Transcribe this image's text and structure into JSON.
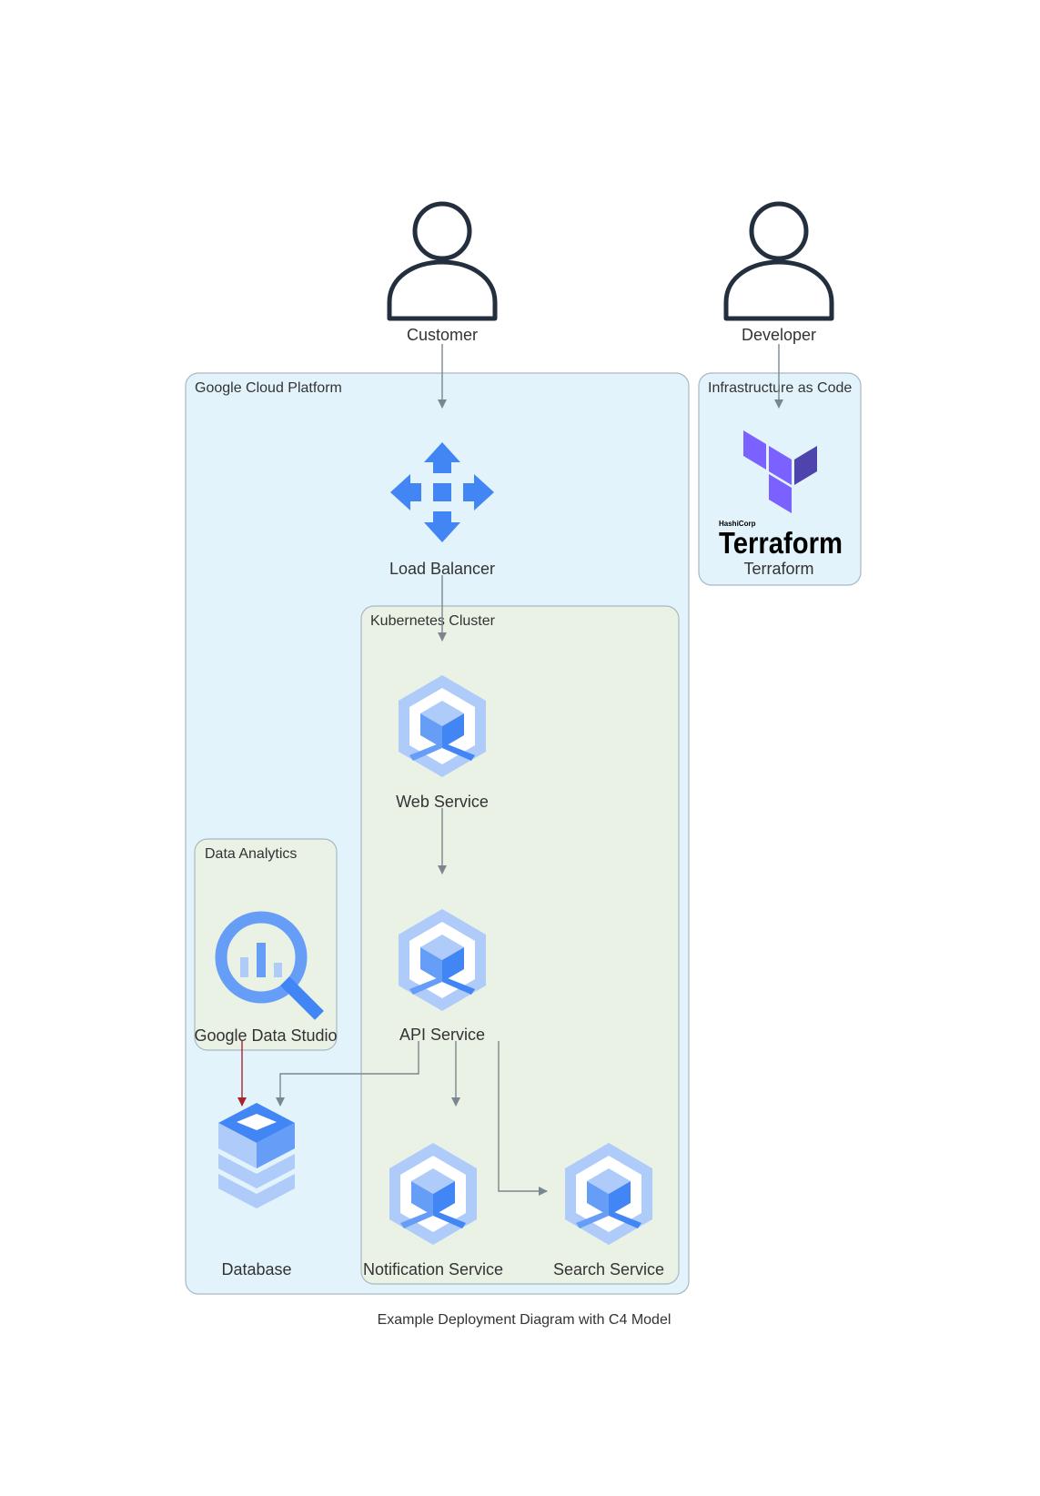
{
  "clusters": {
    "gcp": "Google Cloud Platform",
    "iac": "Infrastructure as Code",
    "k8s": "Kubernetes Cluster",
    "analytics": "Data Analytics"
  },
  "nodes": {
    "customer": "Customer",
    "developer": "Developer",
    "load_balancer": "Load Balancer",
    "terraform": "Terraform",
    "web_service": "Web Service",
    "api_service": "API Service",
    "data_studio": "Google Data Studio",
    "database": "Database",
    "notification_service": "Notification Service",
    "search_service": "Search Service"
  },
  "logo": {
    "brand_small": "HashiCorp",
    "brand_large": "Terraform"
  },
  "caption": "Example Deployment Diagram with C4 Model",
  "colors": {
    "gcp_fill": "#e2f3fb",
    "k8s_fill": "#eaf1e5",
    "cluster_stroke": "#a8b8c4",
    "edge": "#7a8790",
    "edge_highlight": "#a8242c",
    "person": "#232f3e",
    "gcp_blue": "#4285f4",
    "gcp_light_blue": "#aecbfa",
    "terraform_purple": "#5c4ee5"
  },
  "edges": [
    {
      "from": "customer",
      "to": "load_balancer"
    },
    {
      "from": "developer",
      "to": "terraform"
    },
    {
      "from": "load_balancer",
      "to": "web_service"
    },
    {
      "from": "web_service",
      "to": "api_service"
    },
    {
      "from": "api_service",
      "to": "database"
    },
    {
      "from": "api_service",
      "to": "notification_service"
    },
    {
      "from": "api_service",
      "to": "search_service"
    },
    {
      "from": "data_studio",
      "to": "database",
      "highlight": true
    }
  ]
}
